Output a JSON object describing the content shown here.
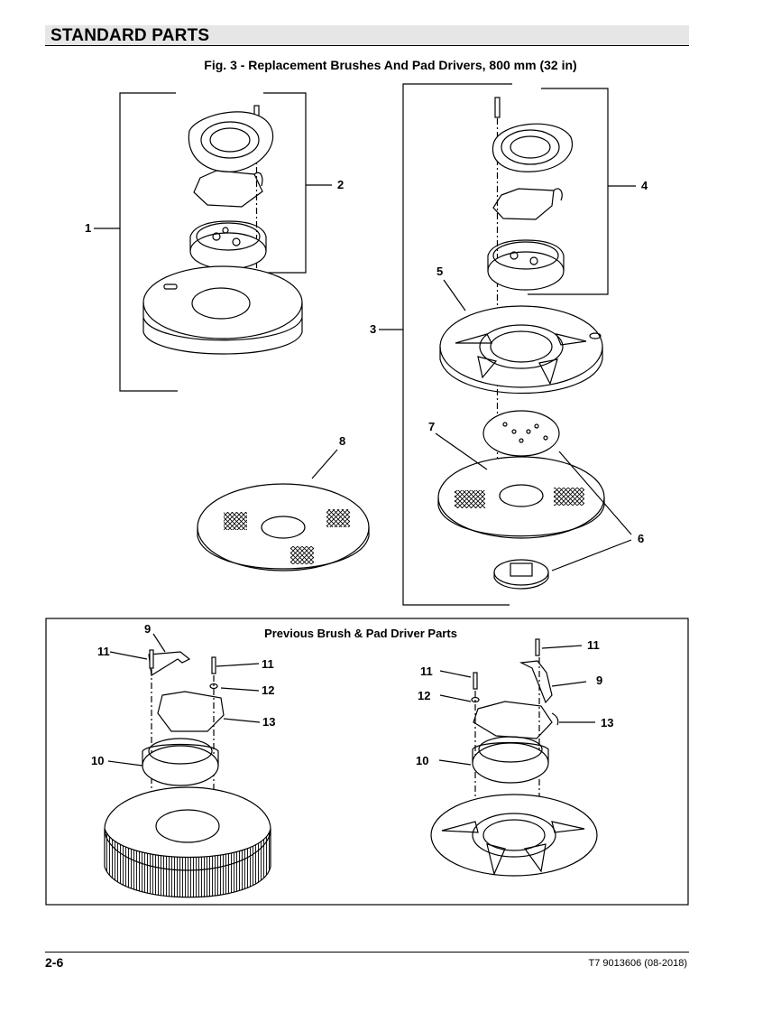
{
  "header": {
    "section_title": "STANDARD PARTS"
  },
  "figure": {
    "caption": "Fig. 3 - Replacement Brushes And Pad Drivers, 800 mm (32 in)",
    "callouts": [
      "1",
      "2",
      "3",
      "4",
      "5",
      "6",
      "7",
      "8"
    ]
  },
  "previous_parts": {
    "title": "Previous Brush & Pad Driver Parts",
    "left_callouts": [
      "9",
      "11",
      "11",
      "12",
      "13",
      "10"
    ],
    "right_callouts": [
      "11",
      "11",
      "9",
      "12",
      "13",
      "10"
    ]
  },
  "footer": {
    "page_number": "2-6",
    "doc_id": "T7 9013606 (08-2018)"
  }
}
